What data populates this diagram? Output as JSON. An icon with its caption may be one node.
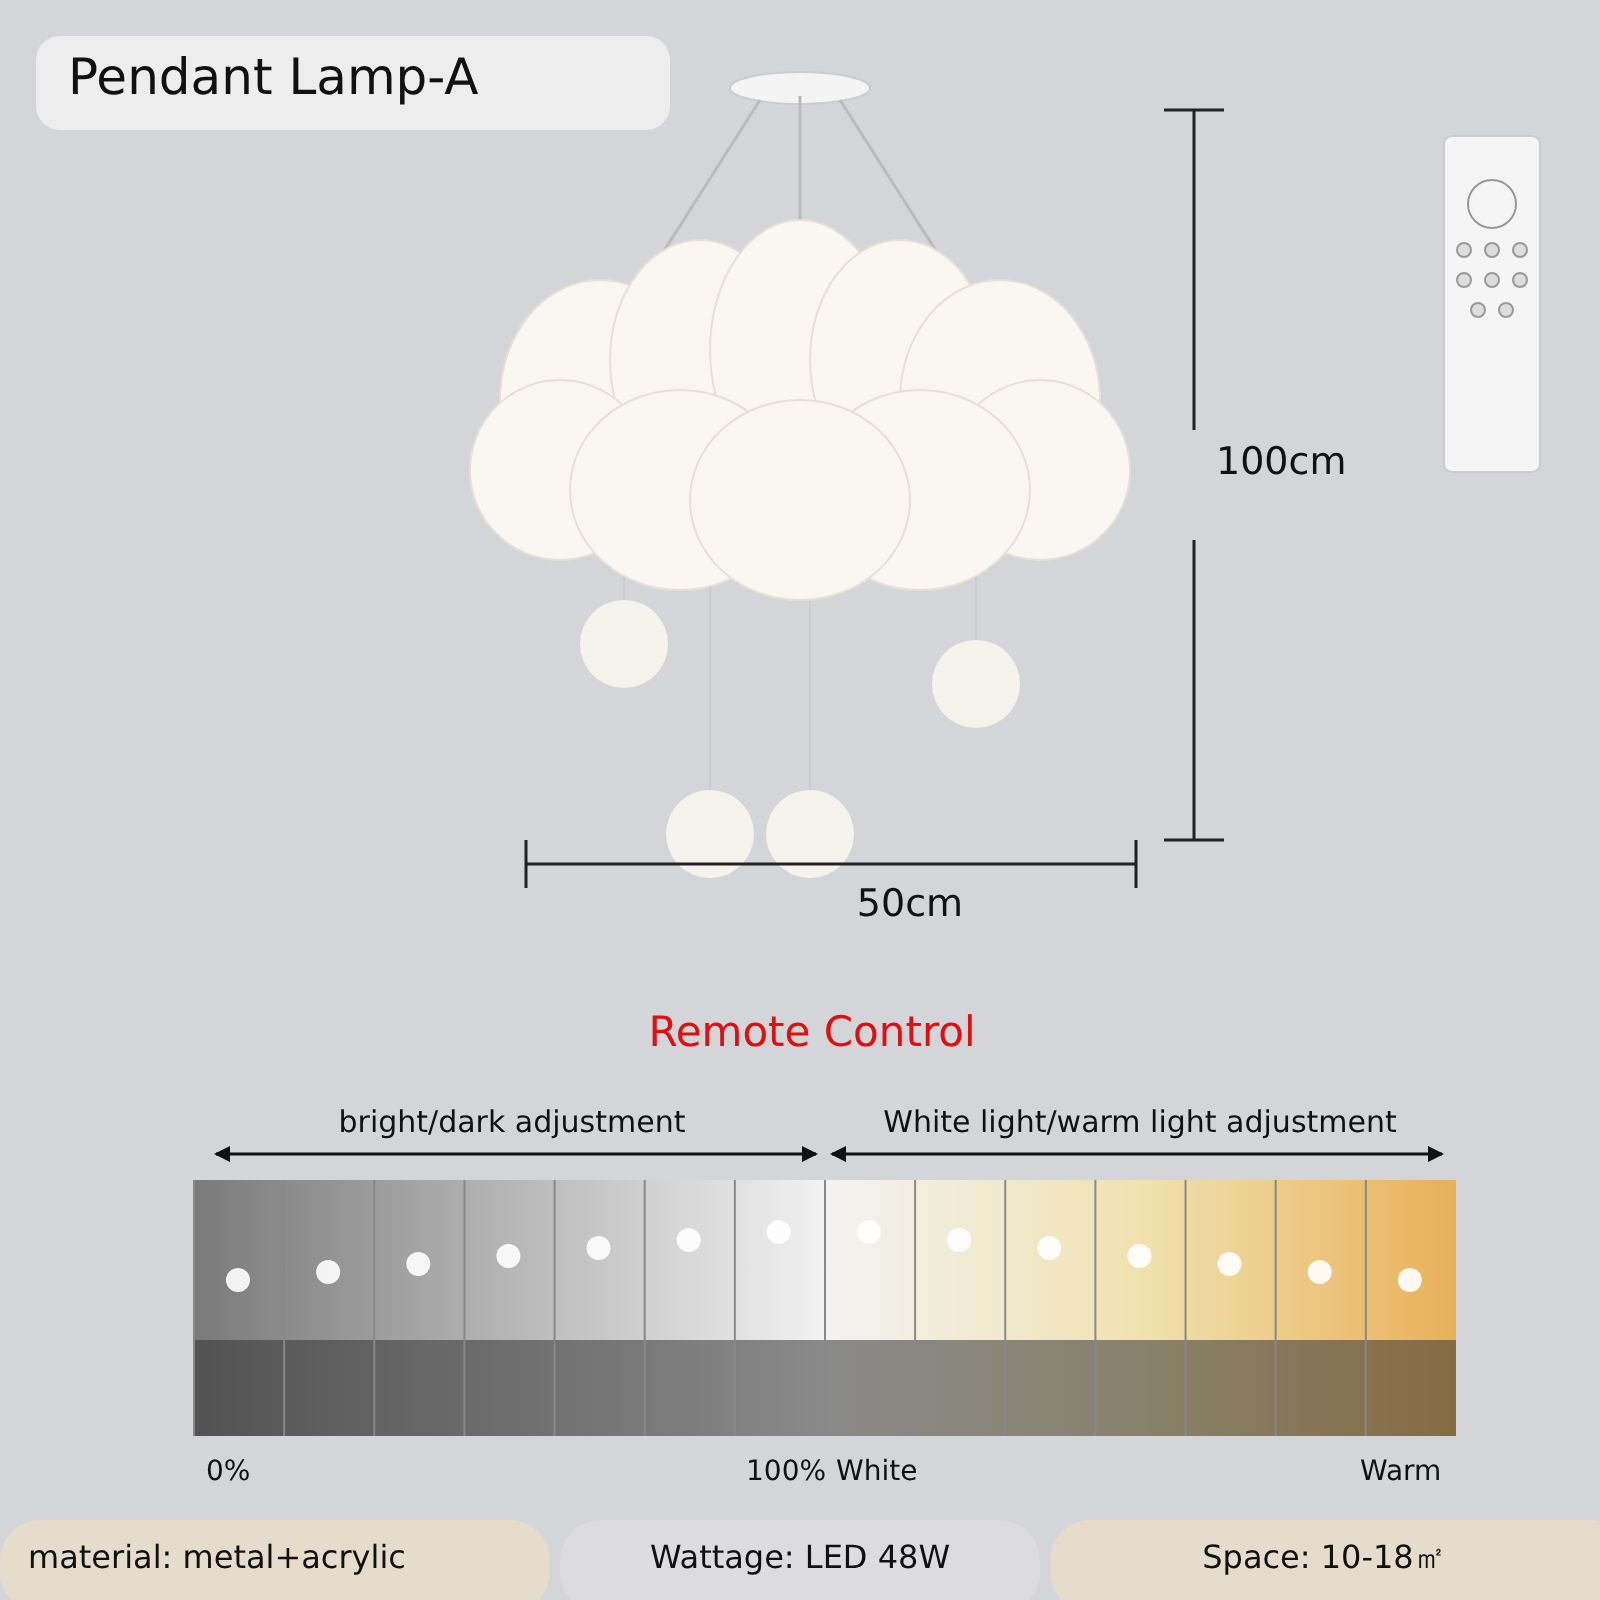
{
  "diagram": {
    "title": "Pendant Lamp-A",
    "labels": [
      "100cm",
      "50cm",
      "Remote Control",
      "bright/dark adjustment",
      "White light/warm light adjustment",
      "0%",
      "100%",
      "White",
      "Warm",
      "material: metal+acrylic",
      "Wattage: LED 48W",
      "Space: 10-18㎡"
    ]
  }
}
